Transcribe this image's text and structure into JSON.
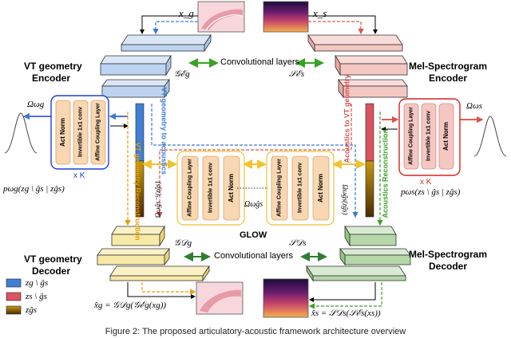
{
  "inputs": {
    "xg": "x_g",
    "xs": "x_s"
  },
  "labels": {
    "conv_top": "Convolutional layers",
    "conv_bottom": "Convolutional layers",
    "vt_encoder": [
      "VT geometry",
      "Encoder"
    ],
    "mel_encoder": [
      "Mel-Spectrogram",
      "Encoder"
    ],
    "vt_decoder": [
      "VT geometry",
      "Decoder"
    ],
    "mel_decoder": [
      "Mel-Spectrogram",
      "Decoder"
    ],
    "glow": "GLOW",
    "xk_left": "x K",
    "xk_right": "x K"
  },
  "math": {
    "g_enc_g": "𝒢ℰg",
    "s_enc_s": "𝒮ℰs",
    "g_dec_g": "𝒢𝒟g",
    "s_dec_s": "𝒮𝒟s",
    "omega_wg": "Ωωg",
    "omega_ws": "Ωωs",
    "omega_wgs": "Ωωĝs",
    "p_left": "pωg(zg \\ ĝs | zĝs)",
    "p_right": "pωs(zs \\ ĝs | zĝs)",
    "xhat_g": "x̂g = 𝒢𝒟g(𝒢ℰg(xg))",
    "xhat_s": "x̂s = 𝒮𝒟s(𝒮ℰs(xs))",
    "omega_inv_mid": "Ωωĝs⁻¹(zĝs)",
    "omega_mid_r": "Ωωĝs(zĝs)"
  },
  "flows": {
    "left_stack": [
      "Act Norm",
      "Invertible 1x1 conv",
      "Affine Coupling Layer"
    ],
    "right_stack": [
      "Affine Coupling Layer",
      "Invertible 1x1 conv",
      "Act Norm"
    ],
    "glow_left": [
      "Affine Coupling Layer",
      "Invertible 1x1 conv",
      "Act Norm"
    ],
    "glow_right": [
      "Affine Coupling Layer",
      "Invertible 1x1 conv",
      "Act Norm"
    ]
  },
  "side_labels": {
    "vt_to_acoustics": "VT geometry to acoustics",
    "vt_recon": "VT geometry Reconstruction",
    "acoustics_to_vt": "Acoustics to VT geometry",
    "acoustics_recon": "Acoustics Reconstruction"
  },
  "legend": [
    {
      "label": "zg \\ ĝs",
      "color": "#3f7fd6"
    },
    {
      "label": "zs \\ ĝs",
      "color": "#d9545e"
    },
    {
      "label": "zĝs",
      "color": "#b08a1a"
    }
  ],
  "caption": "Figure 2: The proposed articulatory-acoustic framework architecture overview",
  "colors": {
    "blue": "#4a86e8",
    "red": "#e06666",
    "orange": "#f1c232",
    "green": "#6aa84f",
    "enc_blue": "#bcd4f1",
    "enc_pink": "#f4c7c3",
    "dec_yellow": "#f7e9a6",
    "dec_green": "#b6d7a8",
    "flow_box": "#f8d7b2"
  }
}
